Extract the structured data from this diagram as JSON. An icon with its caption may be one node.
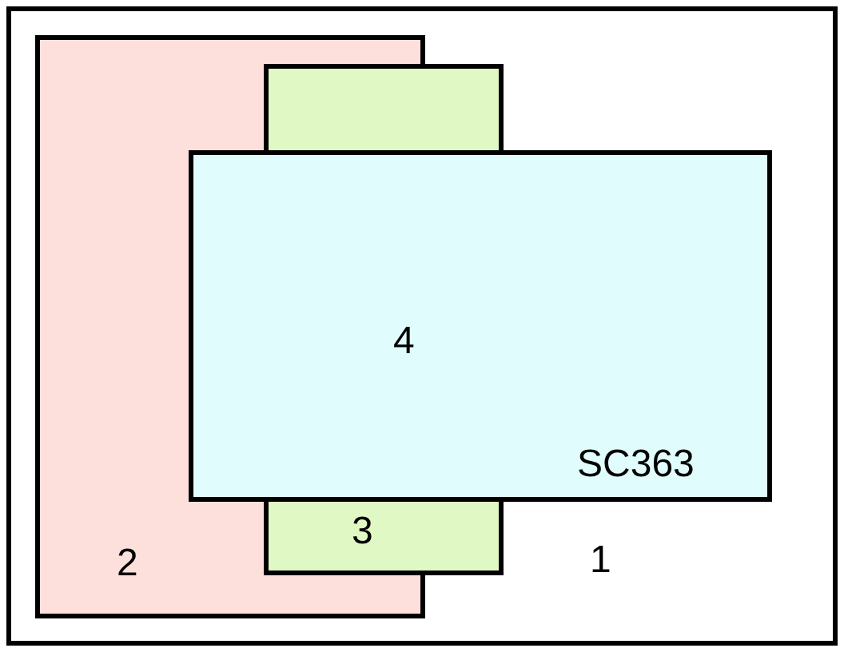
{
  "diagram": {
    "nodes": [
      {
        "text": [
          "1"
        ]
      },
      {
        "text": [
          "2"
        ],
        "in": 0
      },
      {
        "text": [
          "3"
        ],
        "in": 0
      },
      {
        "text": [
          "4",
          "SC363"
        ],
        "in": 0
      }
    ]
  }
}
